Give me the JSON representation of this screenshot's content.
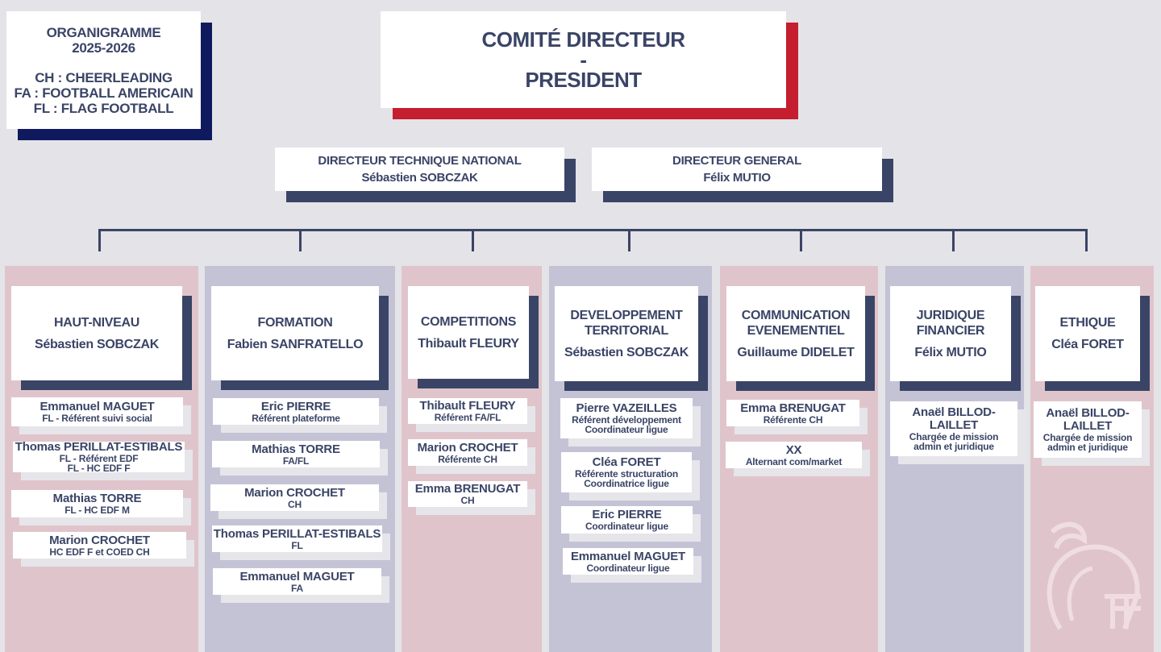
{
  "legend": {
    "title_lines": [
      "ORGANIGRAMME",
      "2025-2026"
    ],
    "abbreviations": [
      "CH : CHEERLEADING",
      "FA : FOOTBALL AMERICAIN",
      "FL : FLAG FOOTBALL"
    ]
  },
  "top": {
    "line1": "COMITÉ DIRECTEUR",
    "line2": "-",
    "line3": "PRESIDENT"
  },
  "directors": [
    {
      "title": "DIRECTEUR TECHNIQUE NATIONAL",
      "name": "Sébastien SOBCZAK"
    },
    {
      "title": "DIRECTEUR  GENERAL",
      "name": "Félix MUTIO"
    }
  ],
  "colors": {
    "navy": "#3a4466",
    "red": "#c41e2f",
    "dark_navy": "#0f1a5e",
    "pink": "#dfc5cb",
    "lavender": "#c4c3d6"
  },
  "columns": [
    {
      "title": "HAUT-NIVEAU",
      "lead": "Sébastien SOBCZAK",
      "members": [
        {
          "name": "Emmanuel MAGUET",
          "roles": [
            "FL - Référent suivi social"
          ]
        },
        {
          "name": "Thomas PERILLAT-ESTIBALS",
          "roles": [
            "FL - Référent EDF",
            "FL - HC EDF F"
          ]
        },
        {
          "name": "Mathias TORRE",
          "roles": [
            "FL - HC EDF M"
          ]
        },
        {
          "name": "Marion CROCHET",
          "roles": [
            "HC EDF F et COED CH"
          ]
        }
      ]
    },
    {
      "title": "FORMATION",
      "lead": "Fabien SANFRATELLO",
      "members": [
        {
          "name": "Eric PIERRE",
          "roles": [
            "Référent plateforme"
          ]
        },
        {
          "name": "Mathias TORRE",
          "roles": [
            "FA/FL"
          ]
        },
        {
          "name": "Marion CROCHET",
          "roles": [
            "CH"
          ]
        },
        {
          "name": "Thomas PERILLAT-ESTIBALS",
          "roles": [
            "FL"
          ]
        },
        {
          "name": "Emmanuel MAGUET",
          "roles": [
            "FA"
          ]
        }
      ]
    },
    {
      "title": "COMPETITIONS",
      "lead": "Thibault FLEURY",
      "members": [
        {
          "name": "Thibault FLEURY",
          "roles": [
            "Référent FA/FL"
          ]
        },
        {
          "name": "Marion CROCHET",
          "roles": [
            "Référente CH"
          ]
        },
        {
          "name": "Emma BRENUGAT",
          "roles": [
            "CH"
          ]
        }
      ]
    },
    {
      "title": "DEVELOPPEMENT TERRITORIAL",
      "lead": "Sébastien SOBCZAK",
      "members": [
        {
          "name": "Pierre VAZEILLES",
          "roles": [
            "Référent développement",
            "Coordinateur ligue"
          ]
        },
        {
          "name": "Cléa FORET",
          "roles": [
            "Référente structuration",
            "Coordinatrice ligue"
          ]
        },
        {
          "name": "Eric PIERRE",
          "roles": [
            "Coordinateur ligue"
          ]
        },
        {
          "name": "Emmanuel MAGUET",
          "roles": [
            "Coordinateur ligue"
          ]
        }
      ]
    },
    {
      "title": "COMMUNICATION EVENEMENTIEL",
      "lead": "Guillaume DIDELET",
      "members": [
        {
          "name": "Emma BRENUGAT",
          "roles": [
            "Référente CH"
          ]
        },
        {
          "name": "XX",
          "roles": [
            "Alternant com/market"
          ]
        }
      ]
    },
    {
      "title": "JURIDIQUE FINANCIER",
      "lead": "Félix MUTIO",
      "members": [
        {
          "name": "Anaël BILLOD-LAILLET",
          "roles": [
            "Chargée de mission",
            "admin et juridique"
          ]
        }
      ]
    },
    {
      "title": "ETHIQUE",
      "lead": "Cléa FORET",
      "members": [
        {
          "name": "Anaël BILLOD-LAILLET",
          "roles": [
            "Chargée de mission",
            "admin et juridique"
          ]
        }
      ]
    }
  ]
}
